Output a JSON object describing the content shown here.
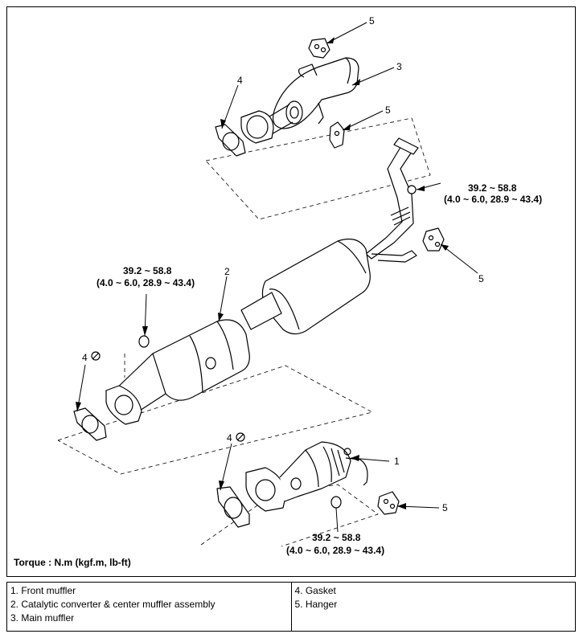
{
  "callouts": {
    "n1": "1",
    "n2": "2",
    "n3": "3",
    "n4": "4",
    "n5": "5"
  },
  "torque_values": {
    "value_nm": "39.2 ~ 58.8",
    "value_alt": "(4.0 ~ 6.0, 28.9 ~ 43.4)"
  },
  "torque_caption": "Torque : N.m (kgf.m, lb-ft)",
  "legend": {
    "left": [
      "1. Front muffler",
      "2. Catalytic converter & center muffler assembly",
      "3. Main muffler"
    ],
    "right": [
      "4. Gasket",
      "5. Hanger"
    ]
  },
  "icons": {
    "reuse_prohibited": "no-reuse-icon"
  }
}
